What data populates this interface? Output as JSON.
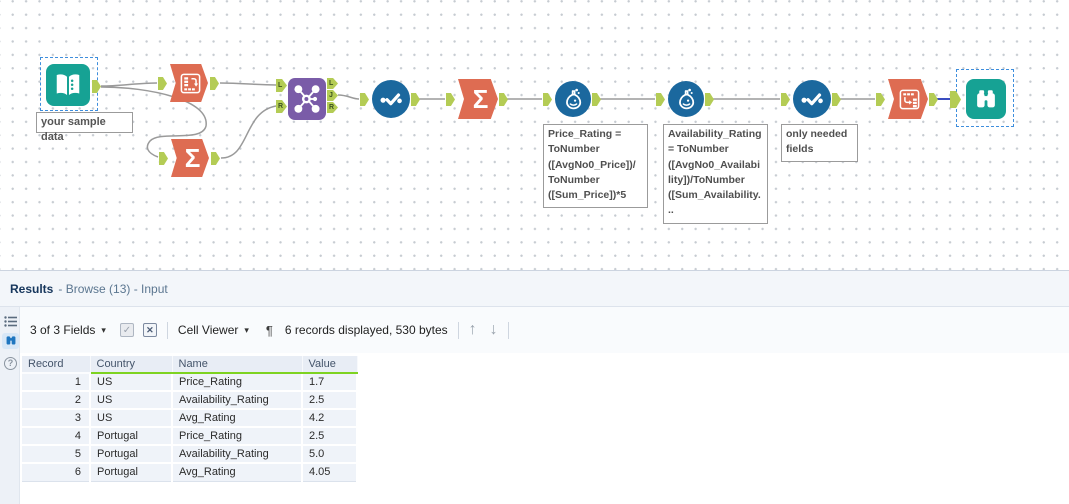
{
  "colors": {
    "teal": "#16A294",
    "orange": "#DE6C52",
    "purple": "#7A5CA8",
    "tool_blue": "#1B689E",
    "anchor_green": "#B4CC55",
    "wire_gray": "#9a9a9a",
    "selected_wire_blue": "#3A4CC0",
    "selection_dash_blue": "#3e8edd",
    "header_green_underline": "#7ED321"
  },
  "icons": {
    "caret": "▾",
    "check": "✓",
    "x": "✕",
    "pilcrow": "¶",
    "up": "↑",
    "down": "↓",
    "help": "?",
    "sigma": "Σ"
  },
  "canvas": {
    "annotations": {
      "input": "your sample data",
      "formula_price": "Price_Rating =\nToNumber\n([AvgNo0_Price])/\nToNumber\n([Sum_Price])*5",
      "formula_availability": "Availability_Rating\n= ToNumber\n([AvgNo0_Availabi\nlity])/ToNumber\n([Sum_Availability.\n..",
      "select_fields": "only needed\nfields"
    },
    "join_anchors": {
      "in_top": "L",
      "in_bottom": "R",
      "out_top": "L",
      "out_mid": "J",
      "out_bottom": "R"
    }
  },
  "results": {
    "title": "Results",
    "subtitle": "- Browse (13) - Input",
    "toolbar": {
      "fields_selector": "3 of 3 Fields",
      "cell_viewer_label": "Cell Viewer",
      "records_info": "6 records displayed, 530 bytes"
    },
    "table": {
      "columns": [
        "Record",
        "Country",
        "Name",
        "Value"
      ],
      "rows": [
        [
          "1",
          "US",
          "Price_Rating",
          "1.7"
        ],
        [
          "2",
          "US",
          "Availability_Rating",
          "2.5"
        ],
        [
          "3",
          "US",
          "Avg_Rating",
          "4.2"
        ],
        [
          "4",
          "Portugal",
          "Price_Rating",
          "2.5"
        ],
        [
          "5",
          "Portugal",
          "Availability_Rating",
          "5.0"
        ],
        [
          "6",
          "Portugal",
          "Avg_Rating",
          "4.05"
        ]
      ]
    }
  }
}
